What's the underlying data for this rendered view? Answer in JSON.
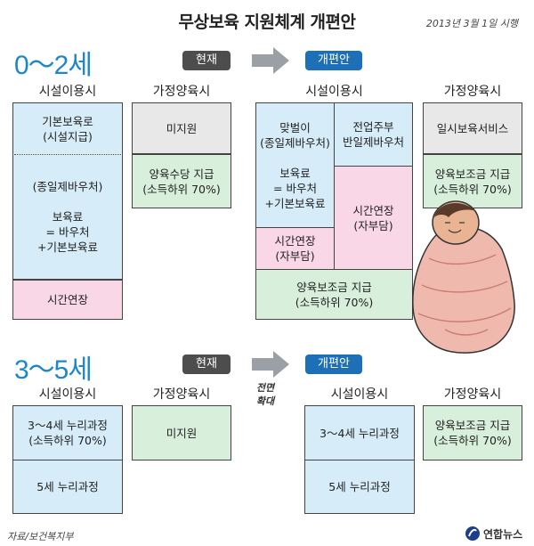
{
  "title": "무상보육 지원체계 개편안",
  "date": "2013년 3월 1일 시행",
  "labels": {
    "current": "현재",
    "reformed": "개편안",
    "facility": "시설이용시",
    "home": "가정양육시"
  },
  "group_02": {
    "age": "0～2세",
    "current": {
      "facility_top": "기본보육로\n(시설지급)",
      "facility_mid": "(종일제바우처)\n\n보육료\n= 바우처\n+기본보육료",
      "facility_bottom": "시간연장",
      "home_top": "미지원",
      "home_bottom": "양육수당 지급\n(소득하위 70%)"
    },
    "reformed": {
      "cell_a": "맞벌이\n(종일제바우처)\n\n보육료\n= 바우처\n+기본보육료",
      "cell_b": "전업주부\n반일제바우처",
      "cell_c": "시간연장\n(자부담)",
      "cell_d": "시간연장\n(자부담)",
      "cell_bottom": "양육보조금 지급\n(소득하위 70%)",
      "home_top": "일시보육서비스",
      "home_bottom": "양육보조금 지급\n(소득하위 70%)"
    }
  },
  "group_35": {
    "age": "3～5세",
    "expand_note": "전면\n확대",
    "current": {
      "facility_top": "3～4세 누리과정\n(소득하위 70%)",
      "facility_bottom": "5세 누리과정",
      "home": "미지원"
    },
    "reformed": {
      "facility_top": "3～4세 누리과정",
      "facility_bottom": "5세 누리과정",
      "home": "양육보조금 지급\n(소득하위 70%)"
    }
  },
  "source": "자료/보건복지부",
  "logo": "연합뉴스",
  "colors": {
    "age_blue": "#1d87c9",
    "facility_blue": "#d6ecf8",
    "pink": "#f9d7e6",
    "green": "#d8efdc",
    "grey": "#e8e8e8",
    "reform_pill": "#1d6fb8",
    "current_pill": "#4d4d4d"
  }
}
